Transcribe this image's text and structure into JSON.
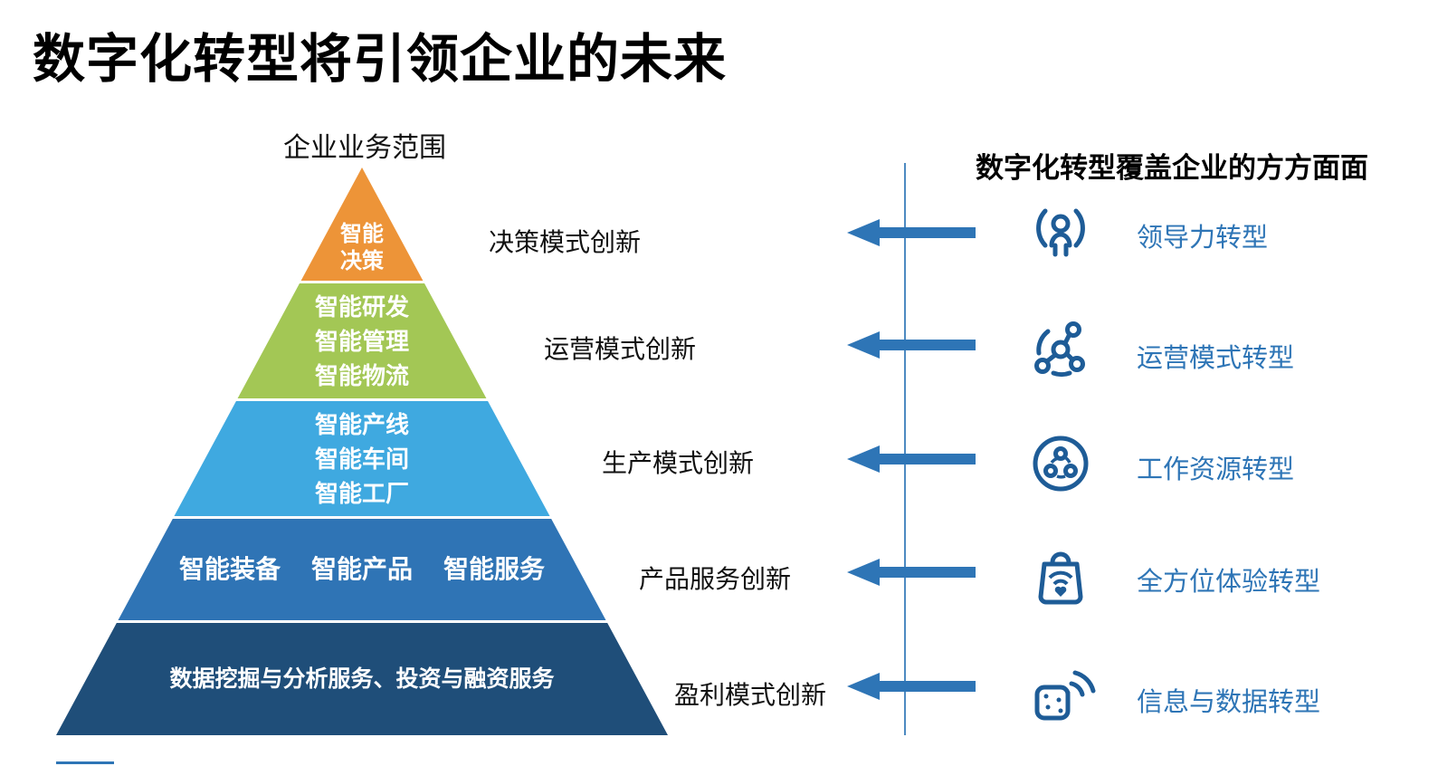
{
  "page": {
    "title": "数字化转型将引领企业的未来"
  },
  "pyramid": {
    "caption": "企业业务范围",
    "layers": [
      {
        "color": "#ED9438",
        "lines": [
          "智能",
          "决策"
        ],
        "innovation_label": "决策模式创新"
      },
      {
        "color": "#A3C755",
        "lines": [
          "智能研发",
          "智能管理",
          "智能物流"
        ],
        "innovation_label": "运营模式创新"
      },
      {
        "color": "#3FA9E0",
        "lines": [
          "智能产线",
          "智能车间",
          "智能工厂"
        ],
        "innovation_label": "生产模式创新"
      },
      {
        "color": "#2F74B5",
        "lines": [
          "智能装备",
          "智能产品",
          "智能服务"
        ],
        "innovation_label": "产品服务创新"
      },
      {
        "color": "#1F4E79",
        "lines": [
          "数据挖掘与分析服务、投资与融资服务"
        ],
        "innovation_label": "盈利模式创新"
      }
    ]
  },
  "right_panel": {
    "heading": "数字化转型覆盖企业的方方面面",
    "items": [
      {
        "icon": "leadership-broadcast-icon",
        "label": "领导力转型"
      },
      {
        "icon": "operations-network-icon",
        "label": "运营模式转型"
      },
      {
        "icon": "work-resources-cycle-icon",
        "label": "工作资源转型"
      },
      {
        "icon": "experience-shopping-bag-icon",
        "label": "全方位体验转型"
      },
      {
        "icon": "information-data-icon",
        "label": "信息与数据转型"
      }
    ]
  },
  "colors": {
    "arrow": "#2E75B6",
    "divider_line": "#2E75B6",
    "icon_stroke": "#1E5C97",
    "right_label_text": "#2E75B6",
    "layer_text": "#FFFFFF",
    "title_text": "#000000"
  }
}
